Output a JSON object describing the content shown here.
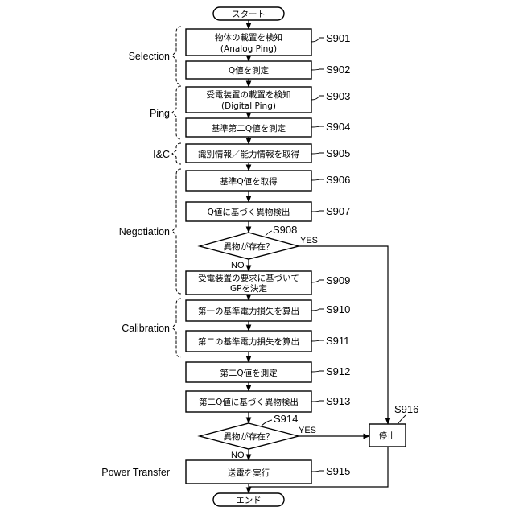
{
  "terminals": {
    "start": "スタート",
    "end": "エンド"
  },
  "phases": {
    "selection": "Selection",
    "ping": "Ping",
    "ic": "I&C",
    "negotiation": "Negotiation",
    "calibration": "Calibration",
    "power_transfer": "Power Transfer"
  },
  "steps": {
    "s901": {
      "line1": "物体の載置を検知",
      "line2": "(Analog  Ping)",
      "id": "S901"
    },
    "s902": {
      "line1": "Q値を測定",
      "id": "S902"
    },
    "s903": {
      "line1": "受電装置の載置を検知",
      "line2": "(Digital  Ping)",
      "id": "S903"
    },
    "s904": {
      "line1": "基準第二Q値を測定",
      "id": "S904"
    },
    "s905": {
      "line1": "識別情報／能力情報を取得",
      "id": "S905"
    },
    "s906": {
      "line1": "基準Q値を取得",
      "id": "S906"
    },
    "s907": {
      "line1": "Q値に基づく異物検出",
      "id": "S907"
    },
    "s908": {
      "line1": "異物が存在？",
      "id": "S908",
      "yes": "YES",
      "no": "NO"
    },
    "s909": {
      "line1": "受電装置の要求に基づいて",
      "line2": "GPを決定",
      "id": "S909"
    },
    "s910": {
      "line1": "第一の基準電力損失を算出",
      "id": "S910"
    },
    "s911": {
      "line1": "第二の基準電力損失を算出",
      "id": "S911"
    },
    "s912": {
      "line1": "第二Q値を測定",
      "id": "S912"
    },
    "s913": {
      "line1": "第二Q値に基づく異物検出",
      "id": "S913"
    },
    "s914": {
      "line1": "異物が存在？",
      "id": "S914",
      "yes": "YES",
      "no": "NO"
    },
    "s915": {
      "line1": "送電を実行",
      "id": "S915"
    },
    "s916": {
      "line1": "停止",
      "id": "S916"
    }
  }
}
